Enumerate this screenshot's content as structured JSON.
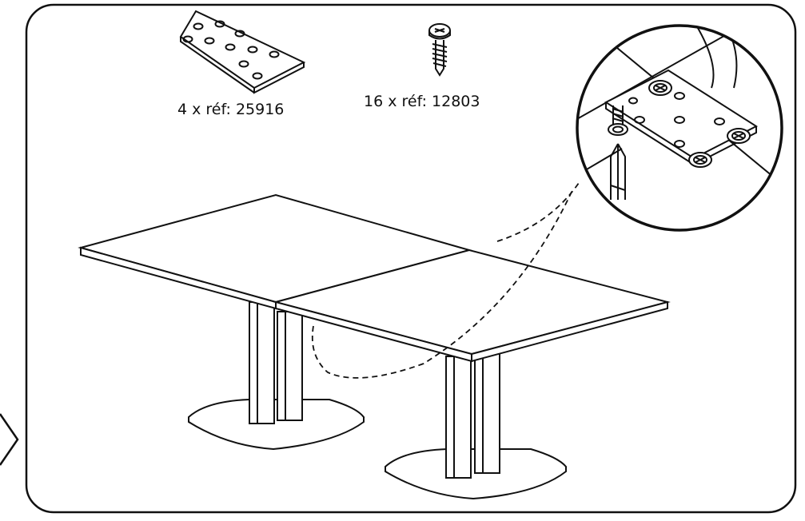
{
  "parts": [
    {
      "label": "4 x réf: 25916",
      "icon": "connector-plate-icon"
    },
    {
      "label": "16 x réf: 12803",
      "icon": "screw-icon"
    }
  ],
  "detail": {
    "icon": "screwdriver-icon",
    "subject": "magnified-plate-fixing"
  },
  "colors": {
    "line": "#111111",
    "background": "#ffffff"
  }
}
